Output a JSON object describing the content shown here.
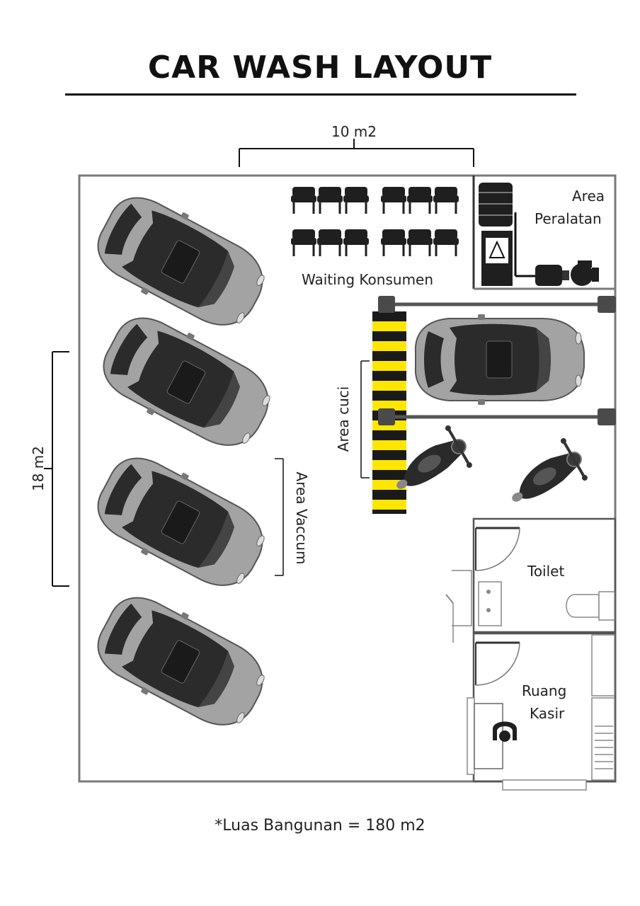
{
  "title": "CAR WASH LAYOUT",
  "dimensions": {
    "top": "10 m2",
    "left": "18 m2"
  },
  "areas": {
    "waiting": "Waiting Konsumen",
    "equipment_line1": "Area",
    "equipment_line2": "Peralatan",
    "wash": "Area cuci",
    "vacuum": "Area Vaccum",
    "toilet": "Toilet",
    "cashier_line1": "Ruang",
    "cashier_line2": "Kasir"
  },
  "footnote": "*Luas Bangunan = 180 m2",
  "colors": {
    "wall": "#7a7a7a",
    "car_body": "#a3a3a3",
    "car_glass": "#2b2b2b",
    "stripe_yellow": "#ffe600",
    "stripe_black": "#1a1a1a"
  }
}
